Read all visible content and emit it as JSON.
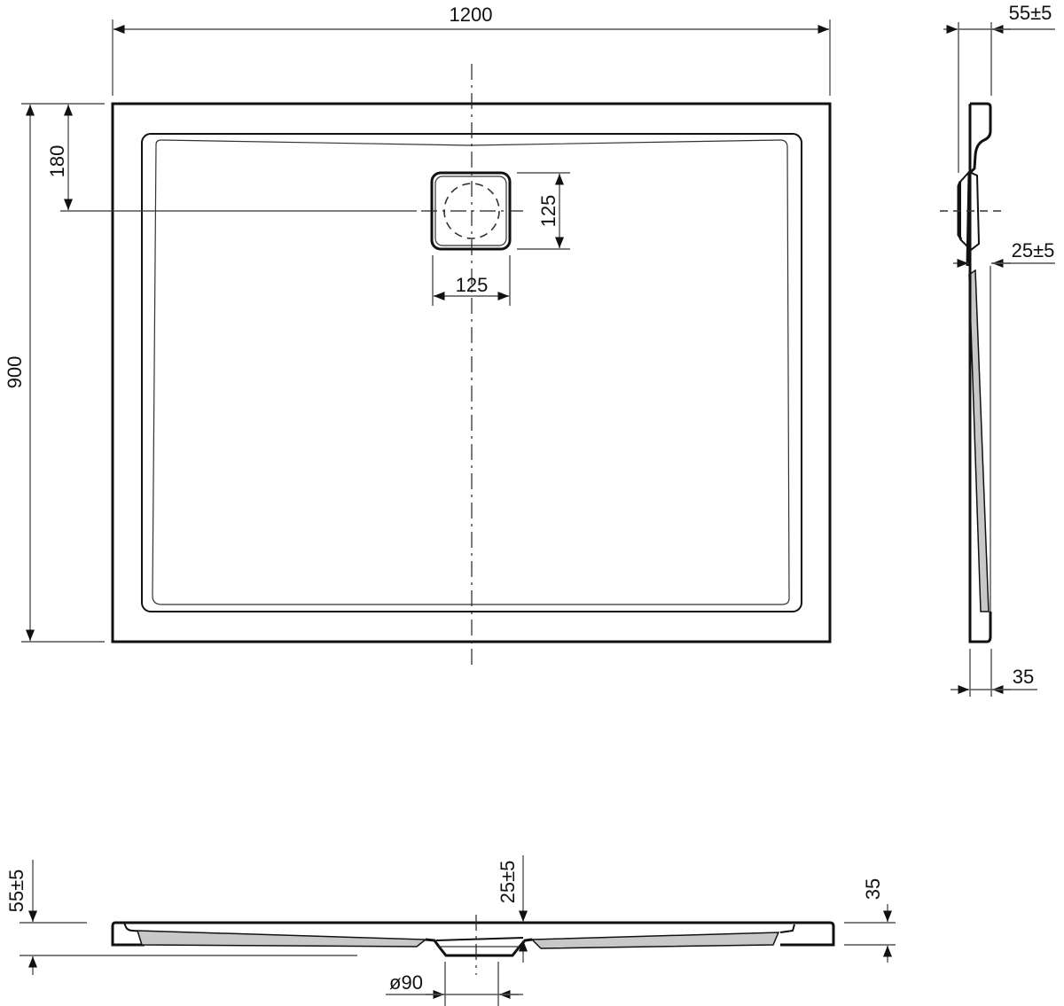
{
  "drawing": {
    "subject": "Rectangular shower tray technical drawing",
    "views": {
      "top_view": {
        "overall_width": "1200",
        "overall_depth": "900",
        "drain_offset_from_edge": "180",
        "drain_cover_width": "125",
        "drain_cover_height": "125"
      },
      "side_view": {
        "total_height": "55±5",
        "drain_height": "25±5",
        "rim_thickness": "35"
      },
      "front_section": {
        "total_height": "55±5",
        "drain_height": "25±5",
        "rim_thickness": "35",
        "drain_diameter": "ø90"
      }
    },
    "colors": {
      "line": "#111111",
      "dimension_line": "#555555",
      "section_fill": "#c8c8c8",
      "background": "#ffffff"
    }
  }
}
